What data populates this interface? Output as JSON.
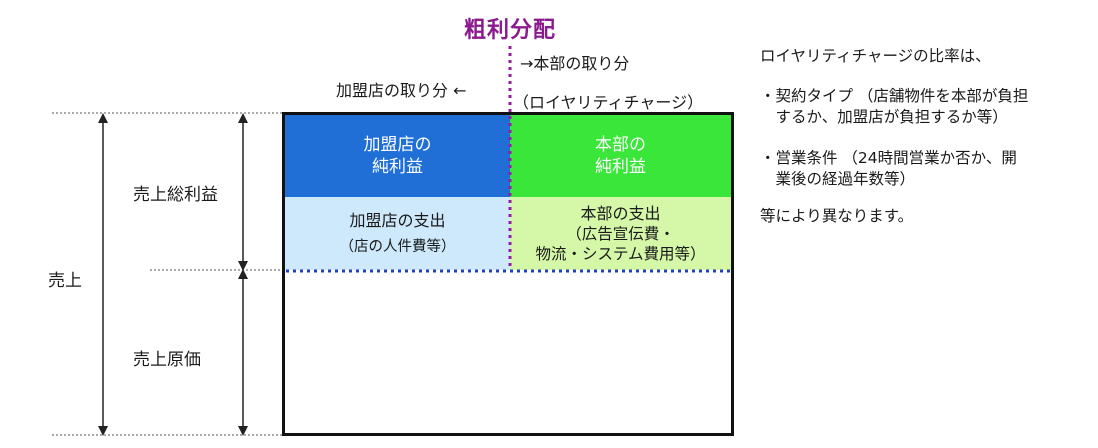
{
  "title": "粗利分配",
  "top_labels": {
    "headquarters_share": "→本部の取り分",
    "franchisee_share": "加盟店の取り分 ←",
    "royalty_charge": "（ロイヤリティチャージ）"
  },
  "left_labels": {
    "sales": "売上",
    "gross_profit": "売上総利益",
    "cost_of_sales": "売上原価"
  },
  "cells": {
    "franchisee_net_profit": [
      "加盟店の",
      "純利益"
    ],
    "hq_net_profit": [
      "本部の",
      "純利益"
    ],
    "franchisee_expenses": "加盟店の支出",
    "franchisee_expenses_detail": "（店の人件費等）",
    "hq_expenses": "本部の支出",
    "hq_expenses_detail": [
      "（広告宣伝費・",
      "物流・システム費用等）"
    ]
  },
  "notes": {
    "intro": "ロイヤリティチャージの比率は、",
    "item1": [
      "・契約タイプ （店舗物件を本部が負担",
      "　するか、加盟店が負担するか等）"
    ],
    "item2": [
      "・営業条件 （24時間営業か否か、開",
      "　業後の経過年数等）"
    ],
    "outro": "等により異なります。"
  },
  "colors": {
    "title": "#8b1a8f",
    "franchisee_profit": "#1f6fd6",
    "hq_profit": "#3be63b",
    "franchisee_expense": "#cde9fb",
    "hq_expense": "#d4f7a8",
    "gross_line": "#1f3fbf",
    "split_line": "#9a1aa0"
  }
}
